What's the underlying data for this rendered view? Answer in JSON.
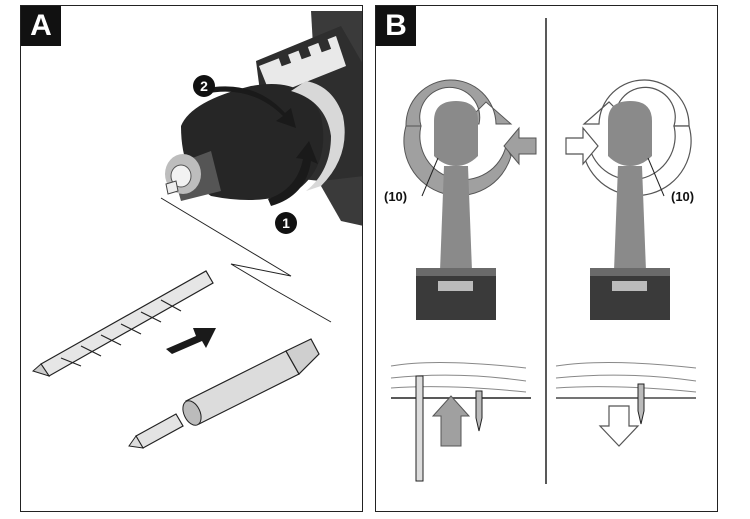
{
  "panel_a": {
    "label": "A",
    "step_1": "1",
    "step_2": "2",
    "chuck_marks": "1 2"
  },
  "panel_b": {
    "label": "B",
    "callout_left": "(10)",
    "callout_right": "(10)"
  },
  "colors": {
    "ink": "#111111",
    "tool_dark": "#2a2a2a",
    "tool_grey": "#8a8a8a",
    "arrow_grey": "#9a9a9a",
    "battery_dark": "#3a3a3a"
  },
  "icons": [
    "rotate-arrow-icon",
    "push-arrow-icon",
    "drill-bit-icon",
    "screwdriver-bit-icon",
    "bit-holder-icon",
    "screw-icon",
    "forward-rotation-icon",
    "reverse-rotation-icon",
    "direction-switch-icon"
  ]
}
